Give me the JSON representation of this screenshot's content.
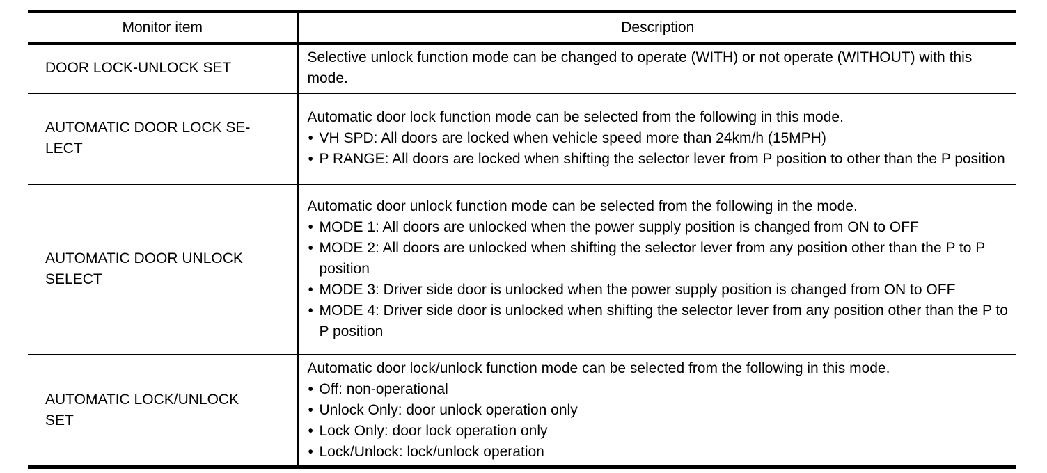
{
  "table": {
    "headers": {
      "monitor_item": "Monitor item",
      "description": "Description"
    },
    "rows": [
      {
        "item": "DOOR LOCK-UNLOCK SET",
        "intro": "Selective unlock function mode can be changed to operate (WITH) or not operate (WITHOUT) with this mode.",
        "bullets": []
      },
      {
        "item": "AUTOMATIC DOOR LOCK SE-\nLECT",
        "intro": "Automatic door lock function mode can be selected from the following in this mode.",
        "bullets": [
          "VH SPD: All doors are locked when vehicle speed more than 24km/h (15MPH)",
          "P RANGE: All doors are locked when shifting the selector lever from P position to other than the P position"
        ]
      },
      {
        "item": "AUTOMATIC DOOR UNLOCK\nSELECT",
        "intro": "Automatic door unlock function mode can be selected from the following in the mode.",
        "bullets": [
          "MODE 1: All doors are unlocked when the power supply position is changed from ON to OFF",
          "MODE 2: All doors are unlocked when shifting the selector lever from any position other than the P to P position",
          "MODE 3: Driver side door is unlocked when the power supply position is changed from ON to OFF",
          "MODE 4: Driver side door is unlocked when shifting the selector lever from any position other than the P to P position"
        ]
      },
      {
        "item": "AUTOMATIC LOCK/UNLOCK\nSET",
        "intro": "Automatic door lock/unlock function mode can be selected from the following in this mode.",
        "bullets": [
          "Off: non-operational",
          "Unlock Only: door unlock operation only",
          "Lock Only: door lock operation only",
          "Lock/Unlock: lock/unlock operation"
        ]
      }
    ],
    "colors": {
      "text": "#000000",
      "background": "#ffffff",
      "border": "#000000"
    }
  }
}
